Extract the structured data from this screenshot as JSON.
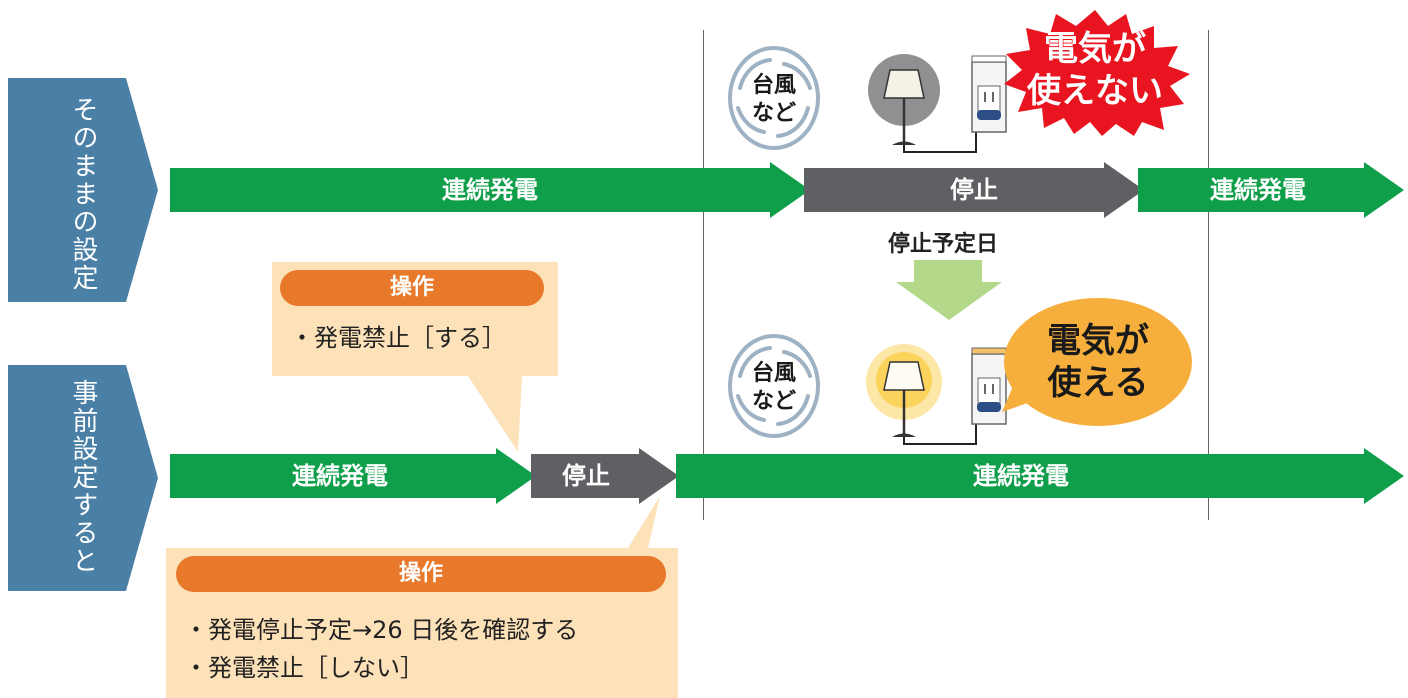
{
  "rows": [
    {
      "label": "そのままの設定"
    },
    {
      "label": "事前設定すると"
    }
  ],
  "top_row": {
    "arrows": [
      "連続発電",
      "停止",
      "連続発電"
    ],
    "stop_date_label": "停止予定日"
  },
  "bottom_row": {
    "arrows": [
      "連続発電",
      "停止",
      "連続発電"
    ]
  },
  "typhoon_label_1": "台風\nなど",
  "typhoon_label_2": "台風\nなど",
  "no_power_badge": "電気が\n使えない",
  "power_badge": "電気が\n使える",
  "callout_1": {
    "title": "操作",
    "lines": [
      "・発電禁止［する］"
    ]
  },
  "callout_2": {
    "title": "操作",
    "lines": [
      "・発電停止予定→26 日後を確認する",
      "・発電禁止［しない］"
    ]
  },
  "colors": {
    "row_label": "#4a7fa6",
    "arrow_green": "#0f9e4a",
    "arrow_gray": "#5e6063",
    "down_arrow": "#b3d88a",
    "callout_bg": "#fde1b8",
    "callout_head": "#e8792a",
    "badge_red": "#e8141f",
    "badge_orange": "#f6ae3c"
  }
}
